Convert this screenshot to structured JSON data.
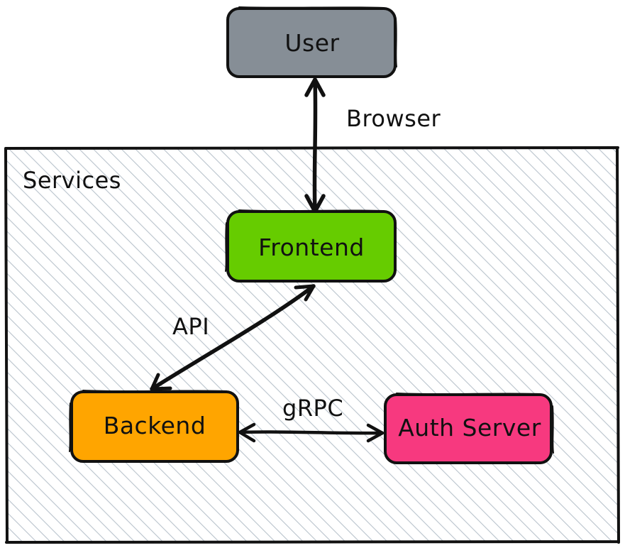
{
  "diagram": {
    "nodes": {
      "user": {
        "label": "User",
        "color": "#868e96"
      },
      "frontend": {
        "label": "Frontend",
        "color": "#66cc00"
      },
      "backend": {
        "label": "Backend",
        "color": "#ffa500"
      },
      "auth": {
        "label": "Auth Server",
        "color": "#f7397f"
      }
    },
    "group": {
      "label": "Services",
      "hatch_color": "#b9c3cc"
    },
    "edges": {
      "browser": {
        "label": "Browser",
        "from": "User",
        "to": "Frontend",
        "direction": "both"
      },
      "api": {
        "label": "API",
        "from": "Frontend",
        "to": "Backend",
        "direction": "both"
      },
      "grpc": {
        "label": "gRPC",
        "from": "Backend",
        "to": "Auth Server",
        "direction": "both"
      }
    }
  }
}
